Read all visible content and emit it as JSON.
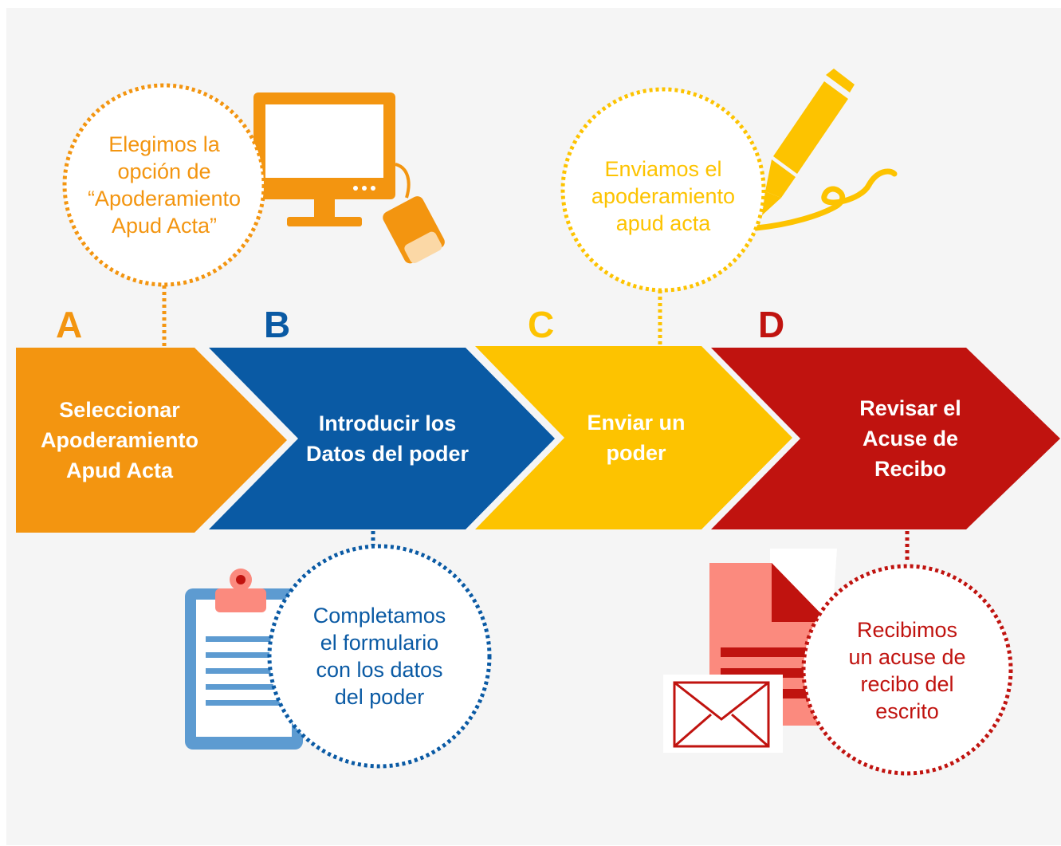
{
  "colors": {
    "orange": "#f39510",
    "blue": "#0a5aa4",
    "yellow": "#fdc300",
    "red": "#c0130f",
    "pink": "#fb8a7e",
    "clipboard": "#5d9bd1"
  },
  "stages": [
    {
      "letter": "A",
      "label": "Seleccionar\nApoderamiento\nApud Acta",
      "color": "#f39510"
    },
    {
      "letter": "B",
      "label": "Introducir los\nDatos del poder",
      "color": "#0a5aa4"
    },
    {
      "letter": "C",
      "label": "Enviar un\npoder",
      "color": "#fdc300"
    },
    {
      "letter": "D",
      "label": "Revisar el\nAcuse de\nRecibo",
      "color": "#c0130f"
    }
  ],
  "bubbles": [
    {
      "text": "Elegimos la\nopción de\n“Apoderamiento\nApud Acta”",
      "icon": "computer-monitor-mouse-icon",
      "color": "#f39510"
    },
    {
      "text": "Completamos\nel formulario\ncon los datos\ndel poder",
      "icon": "clipboard-icon",
      "color": "#0a5aa4"
    },
    {
      "text": "Enviamos el\napoderamiento\napud acta",
      "icon": "pen-signature-icon",
      "color": "#fdc300"
    },
    {
      "text": "Recibimos\nun acuse de\nrecibo del\nescrito",
      "icon": "document-envelope-icon",
      "color": "#c0130f"
    }
  ]
}
